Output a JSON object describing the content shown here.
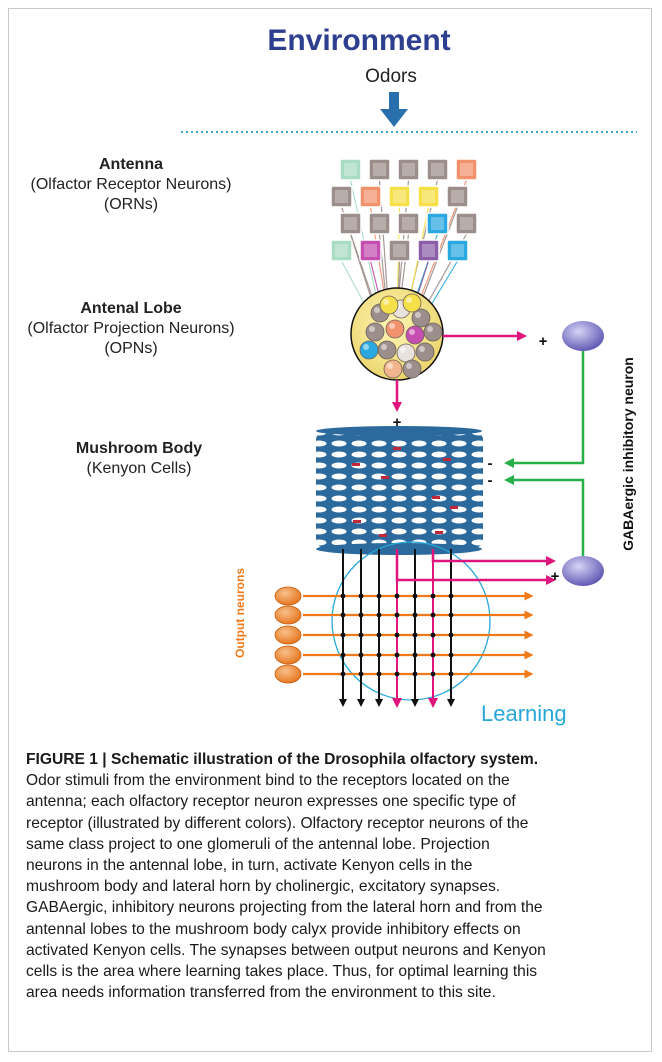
{
  "diagram": {
    "title": "Environment",
    "odors_label": "Odors",
    "antenna": {
      "title": "Antenna",
      "line1": "(Olfactor Receptor Neurons)",
      "line2": "(ORNs)"
    },
    "antennal_lobe": {
      "title": "Antenal Lobe",
      "line1": "(Olfactor Projection Neurons)",
      "line2": "(OPNs)"
    },
    "mushroom_body": {
      "title": "Mushroom Body",
      "line1": "(Kenyon Cells)"
    },
    "gaba_label": "GABAergic inhibitory neuron",
    "output_label": "Output neurons",
    "learning_label": "Learning",
    "plus_sign": "+",
    "minus_sign": "-",
    "receptor_colors": [
      [
        "#a9dcc2",
        "#9c8e8a",
        "#9c8e8a",
        "#9c8e8a",
        "#f2926d"
      ],
      [
        "#9c8e8a",
        "#f2926d",
        "#f5e04a",
        "#f5e04a",
        "#9c8e8a"
      ],
      [
        "#9c8e8a",
        "#9c8e8a",
        "#9c8e8a",
        "#2ba8e0",
        "#9c8e8a"
      ],
      [
        "#a9dcc2",
        "#c44fb0",
        "#9c8e8a",
        "#8b5fa8",
        "#2ba8e0"
      ]
    ],
    "colors": {
      "title": "#2e3f8f",
      "arrow": "#2a6fad",
      "magenta": "#e0147d",
      "green": "#26b04a",
      "mushroom": "#2c6a9d",
      "orange": "#f07a1a",
      "learning": "#29a8d8",
      "gaba_neuron": "#6a64b8"
    }
  },
  "caption": {
    "title": "FIGURE 1 | Schematic illustration of the Drosophila olfactory system.",
    "lines": [
      "Odor stimuli from the environment bind to the receptors located on the",
      "antenna; each olfactory receptor neuron expresses one specific type of",
      "receptor (illustrated by different colors). Olfactory receptor neurons of the",
      "same class project to one glomeruli of the antennal lobe. Projection",
      "neurons in the antennal lobe, in turn, activate Kenyon cells in the",
      "mushroom body and lateral horn by cholinergic, excitatory synapses.",
      "GABAergic, inhibitory neurons projecting from the lateral horn and from the",
      "antennal lobes to the mushroom body calyx provide inhibitory effects on",
      "activated Kenyon cells. The synapses between output neurons and Kenyon",
      "cells is the area where learning takes place. Thus, for optimal learning this",
      "area needs information transferred from the environment to this site."
    ]
  }
}
